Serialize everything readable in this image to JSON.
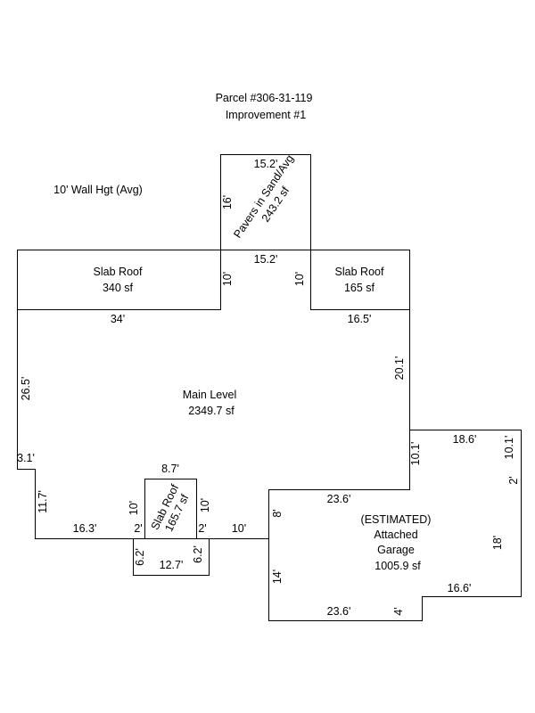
{
  "header": {
    "parcel": "Parcel #306-31-119",
    "improvement": "Improvement #1"
  },
  "wall_height": "10' Wall Hgt (Avg)",
  "areas": {
    "pavers": {
      "line1": "Pavers in Sand/Avg",
      "line2": "243.2 sf"
    },
    "slab_roof_left": {
      "line1": "Slab Roof",
      "line2": "340 sf"
    },
    "slab_roof_right": {
      "line1": "Slab Roof",
      "line2": "165 sf"
    },
    "main_level": {
      "line1": "Main Level",
      "line2": "2349.7 sf"
    },
    "slab_roof_small": {
      "line1": "Slab Roof",
      "line2": "165.7 sf"
    },
    "garage": {
      "line1": "(ESTIMATED)",
      "line2": "Attached",
      "line3": "Garage",
      "line4": "1005.9 sf"
    }
  },
  "dimensions": {
    "pavers_top": "15.2'",
    "pavers_left": "16'",
    "pavers_bottom": "15.2'",
    "slab_left_right": "10'",
    "slab_right_left": "10'",
    "main_top_left": "34'",
    "main_top_right": "16.5'",
    "main_left": "26.5'",
    "main_right": "20.1'",
    "main_jog": "3.1'",
    "main_left_lower": "11.7'",
    "main_bottom_left": "16.3'",
    "notch_top": "8.7'",
    "notch_left": "10'",
    "notch_right": "10'",
    "notch_left_jog": "2'",
    "notch_right_jog": "2'",
    "notch_bottom_left": "6.2'",
    "notch_bottom_right": "6.2'",
    "notch_bottom": "12.7'",
    "main_bottom_right": "10'",
    "garage_top": "23.6'",
    "garage_left_upper": "8'",
    "garage_left_lower": "14'",
    "garage_bottom": "23.6'",
    "garage_step_left": "4'",
    "garage_step": "16.6'",
    "garage_right": "18'",
    "garage_right_jog": "2'",
    "garage_ext_top": "18.6'",
    "garage_ext_left": "10.1'",
    "garage_ext_right": "10.1'"
  }
}
